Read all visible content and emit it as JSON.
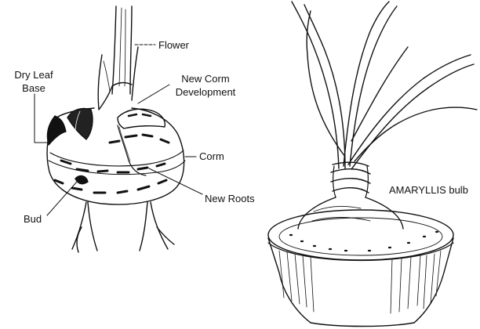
{
  "labels": {
    "flower": "Flower",
    "dry_leaf_base_line1": "Dry Leaf",
    "dry_leaf_base_line2": "Base",
    "new_corm_line1": "New Corm",
    "new_corm_line2": "Development",
    "corm": "Corm",
    "new_roots": "New Roots",
    "bud": "Bud",
    "amaryllis_bulb": "AMARYLLIS bulb"
  },
  "colors": {
    "ink": "#111111",
    "paper": "#ffffff"
  }
}
